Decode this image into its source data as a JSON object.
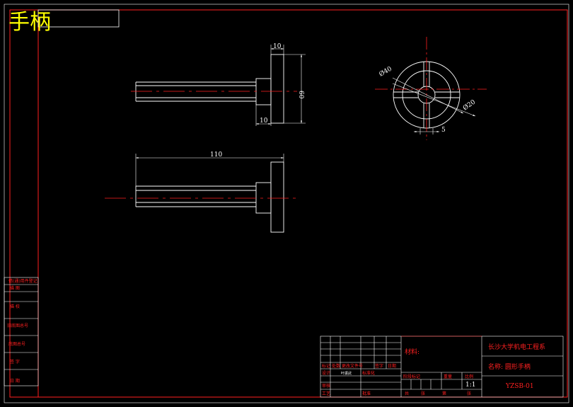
{
  "sheet_title": "手柄",
  "dimensions": {
    "flange_thickness": "10",
    "flange_height": "60",
    "boss_length": "10",
    "overall_length": "110",
    "outer_diameter": "Ø40",
    "inner_diameter": "Ø20",
    "keyway_width": "5"
  },
  "left_strip": {
    "labels": [
      "借(通)用件登记",
      "描 图",
      "描 校",
      "旧底图总号",
      "底图总号",
      "签 字",
      "日 期"
    ]
  },
  "title_block": {
    "material_label": "材料:",
    "institution": "长沙大学机电工程系",
    "part_name": "名称: 圆形手柄",
    "drawing_number": "YZSB-01",
    "scale": "1:1",
    "cells": {
      "mark": "标记",
      "count": "处数",
      "change_doc": "更改文件号",
      "signature": "签字",
      "date": "日期",
      "design": "设计",
      "standardization": "标准化",
      "stage_mark": "阶段标记",
      "weight": "重量",
      "scale_label": "比例",
      "check": "审核",
      "process": "工艺",
      "approve": "批准",
      "total_sheets": "共",
      "sheet_no": "第",
      "sheet_unit_a": "张",
      "sheet_unit_b": "张",
      "author": "叶振武"
    }
  },
  "colors": {
    "background": "#000000",
    "outline": "#ffffff",
    "centerline": "#ff2020",
    "frame": "#ff2020",
    "title": "#ffff00"
  }
}
